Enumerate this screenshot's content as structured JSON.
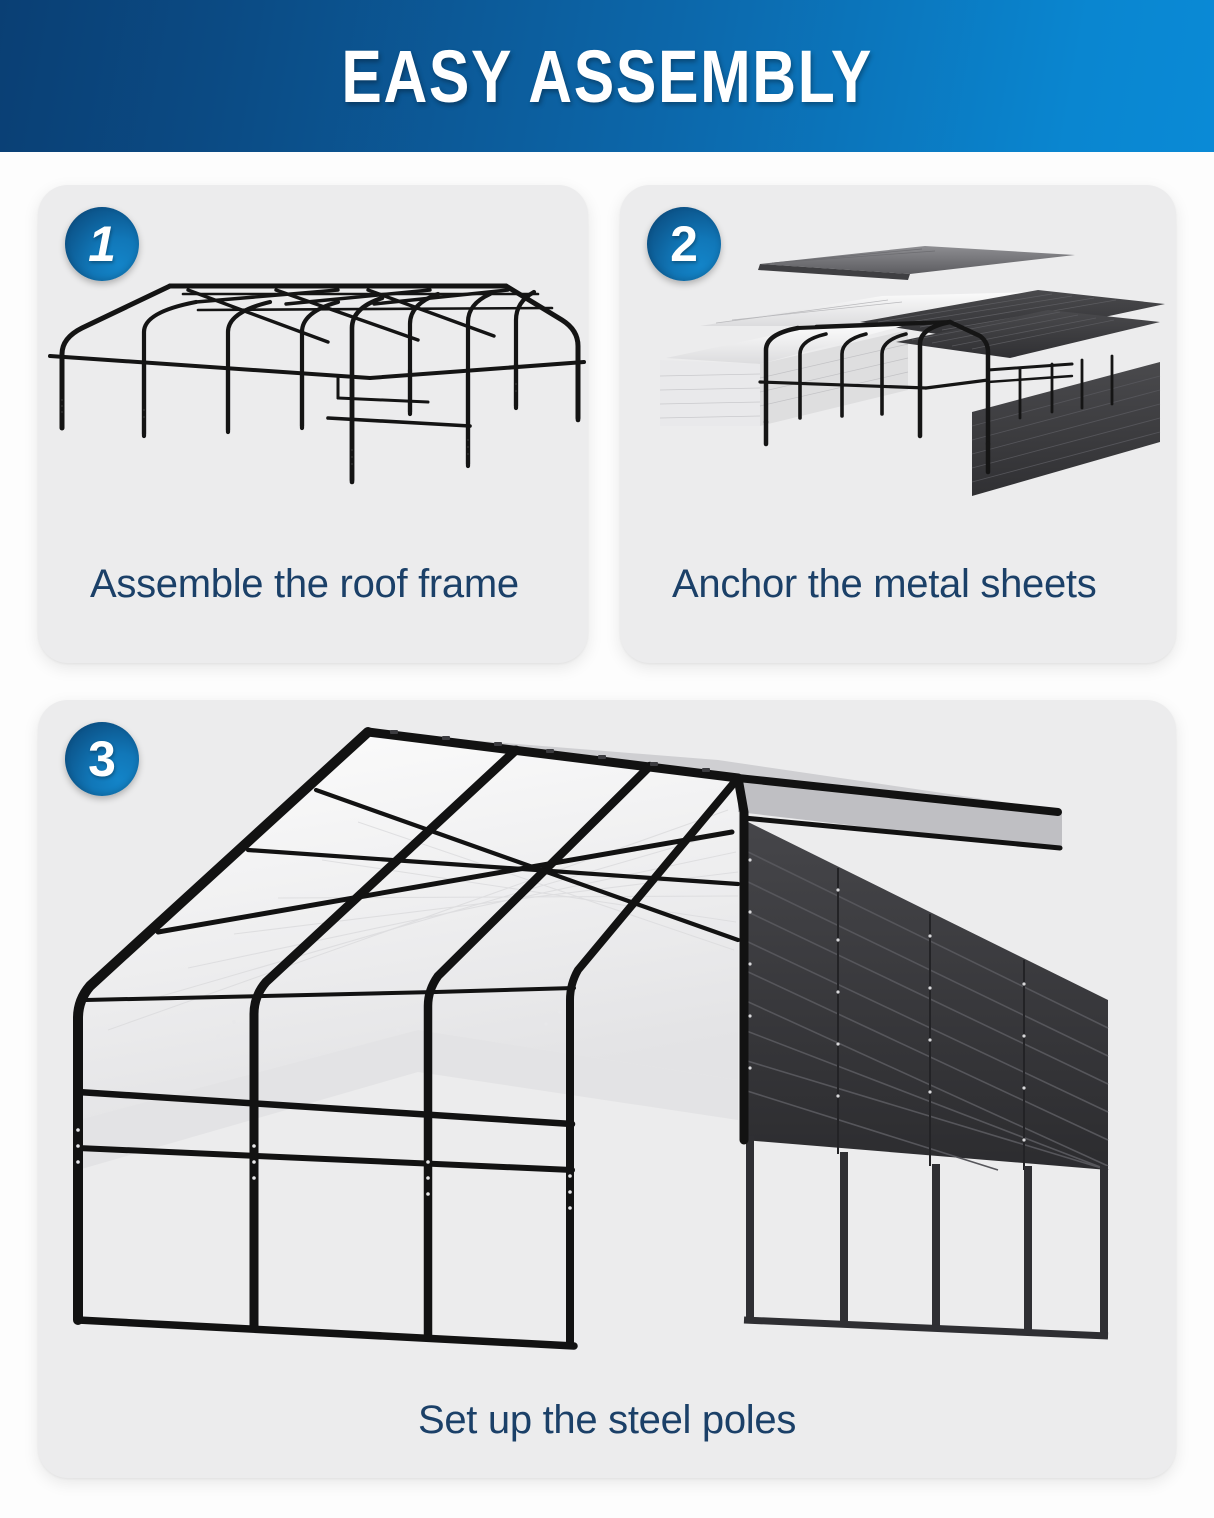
{
  "banner": {
    "title": "EASY ASSEMBLY",
    "gradient_start": "#0a3f74",
    "gradient_end": "#0a8ad6",
    "text_color": "#ffffff"
  },
  "theme": {
    "page_background": "#fdfdfd",
    "card_background": "#ececed",
    "caption_color": "#1b4068",
    "badge_color_dark": "#0a4272",
    "badge_color_light": "#1384c8",
    "frame_color": "#161616",
    "panel_light_color": "#f2f2f2",
    "panel_dark_color": "#3a3a3c"
  },
  "steps": [
    {
      "number": "1",
      "caption": "Assemble the roof frame",
      "illustration": "carport-roof-frame-skeleton"
    },
    {
      "number": "2",
      "caption": "Anchor the metal sheets",
      "illustration": "exploded-metal-roof-sheets"
    },
    {
      "number": "3",
      "caption": "Set up the steel poles",
      "illustration": "assembled-carport-with-steel-poles"
    }
  ]
}
